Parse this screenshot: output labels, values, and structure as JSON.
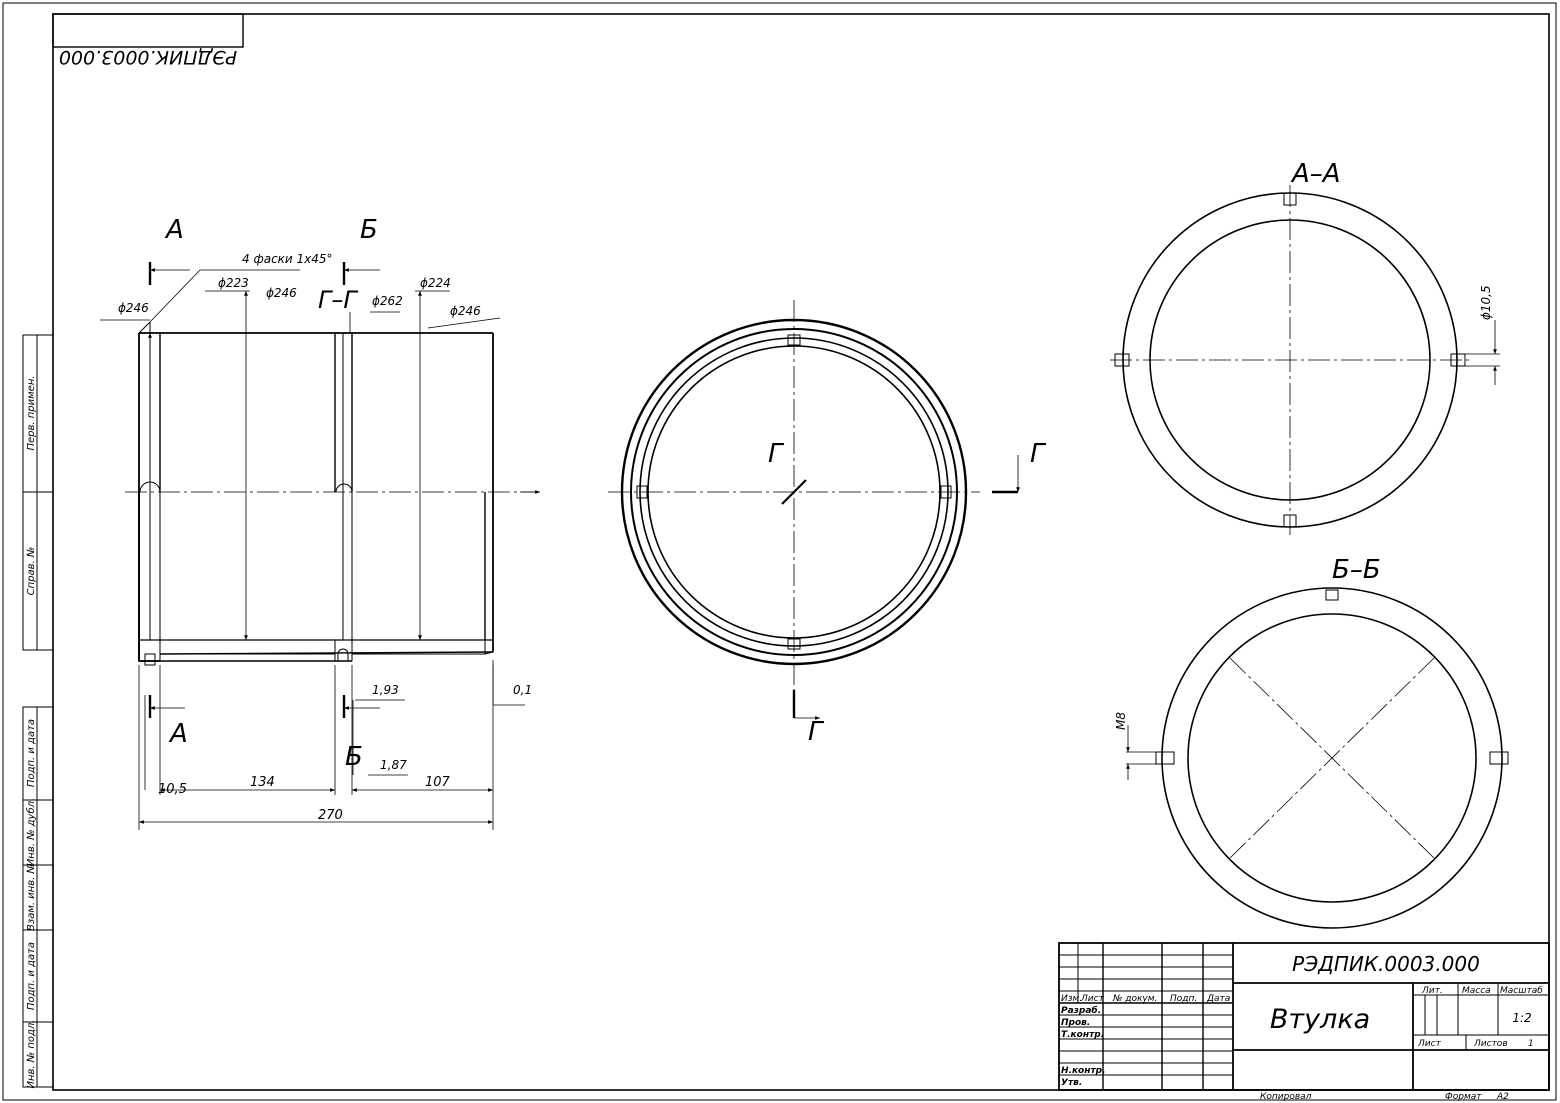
{
  "drawing": {
    "code": "РЭДПИК.0003.000",
    "code_mirrored": "РЭДПИК.0003.000",
    "part_name": "Втулка",
    "scale": "1:2",
    "sheet": "1",
    "format_label": "Формат",
    "format_value": "А2",
    "copied_label": "Копировал"
  },
  "side_labels": [
    "Перв. примен.",
    "Справ. №",
    "Подп. и дата",
    "Инв. № дубл.",
    "Взам. инв. №",
    "Подп. и дата",
    "Инв. № подл."
  ],
  "title_block": {
    "col_headers": [
      "Изм.",
      "Лист",
      "№ докум.",
      "Подп.",
      "Дата"
    ],
    "roles": [
      "Разраб.",
      "Пров.",
      "Т.контр.",
      "Н.контр.",
      "Утв."
    ],
    "lit_label": "Лит.",
    "mass_label": "Масса",
    "scale_label": "Масштаб",
    "list_label": "Лист",
    "lists_label": "Листов"
  },
  "sections": {
    "A": "А",
    "B": "Б",
    "G": "Г",
    "GG": "Г–Г",
    "AA": "А–А",
    "BB": "Б–Б"
  },
  "dimensions": {
    "chamfer": "4 фаски 1х45°",
    "d246_left": "ϕ246",
    "d223": "ϕ223",
    "d246_mid": "ϕ246",
    "d262": "ϕ262",
    "d224": "ϕ224",
    "d246_right": "ϕ246",
    "d10_5": "ϕ10,5",
    "m8": "М8",
    "gap_193": "1,93",
    "gap_187": "1,87",
    "tol_01": "0,1",
    "len_105": "10,5",
    "len_134": "134",
    "len_107": "107",
    "len_270": "270"
  }
}
